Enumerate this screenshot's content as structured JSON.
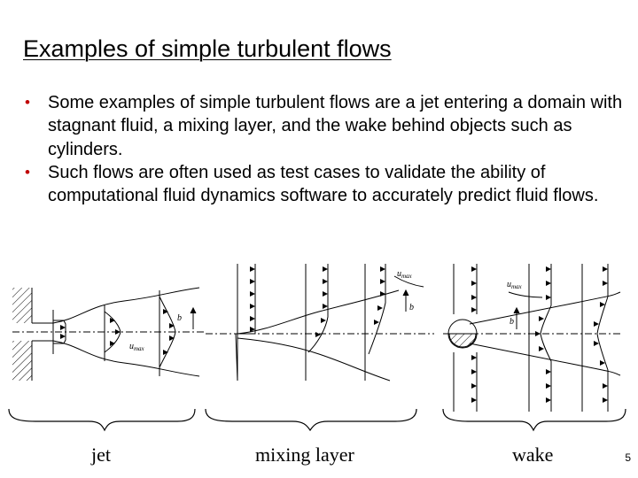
{
  "slide": {
    "title": "Examples of simple turbulent flows",
    "bullets": [
      {
        "marker": "•",
        "text": "Some examples of simple turbulent flows are a jet entering a domain with stagnant fluid, a mixing layer, and the wake behind objects such as cylinders."
      },
      {
        "marker": "•",
        "text": "Such flows are often used as test cases to validate the ability of computational fluid dynamics software to accurately predict fluid flows."
      }
    ],
    "captions": {
      "jet": "jet",
      "mixing_layer": "mixing layer",
      "wake": "wake"
    },
    "page_number": "5"
  },
  "figure_labels": {
    "jet": {
      "b": "b",
      "umax": "u",
      "umax_sub": "max"
    },
    "mixing_layer": {
      "b": "b",
      "umax": "u",
      "umax_sub": "max"
    },
    "wake": {
      "b": "b",
      "umax": "u",
      "umax_sub": "max"
    }
  },
  "colors": {
    "text": "#000000",
    "bullet": "#c00000",
    "background": "#ffffff"
  }
}
